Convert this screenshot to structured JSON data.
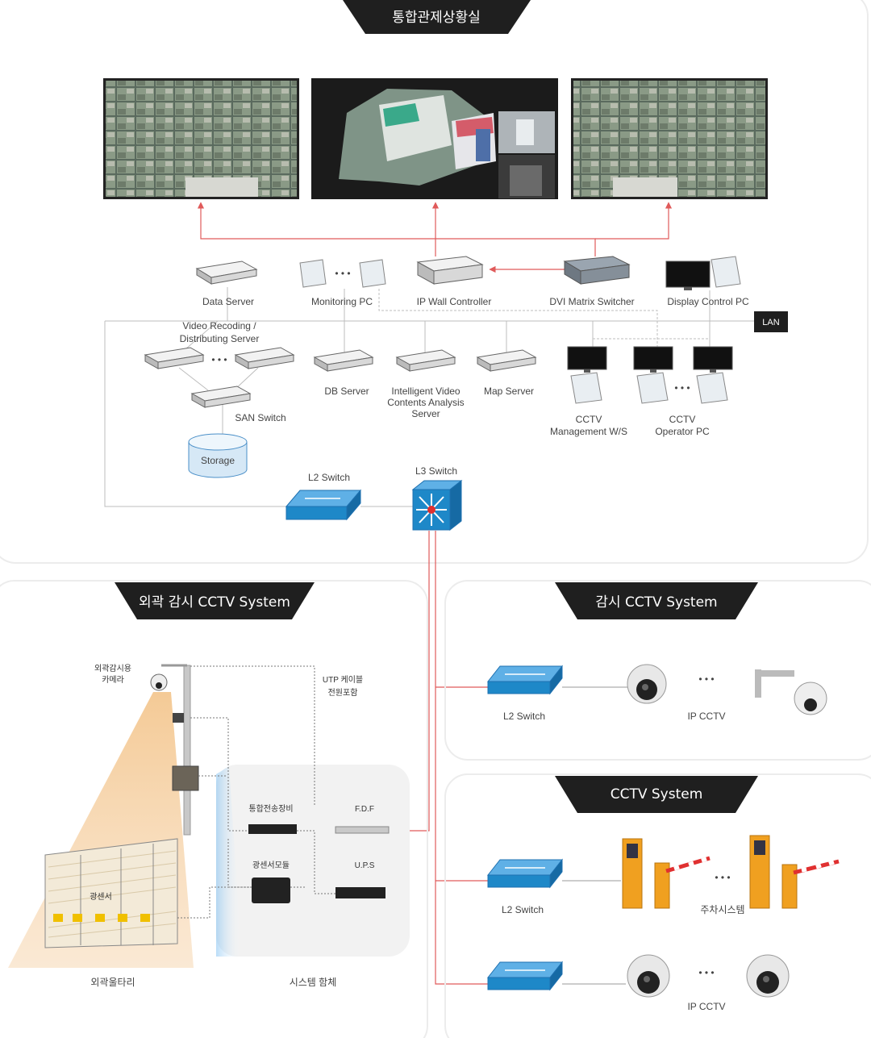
{
  "colors": {
    "banner": "#1f1f1f",
    "link_red": "#e05a5a",
    "switch_blue": "#1e88c8",
    "panel_border": "#e6e6e6",
    "barrier_yellow": "#f0a020"
  },
  "headers": {
    "control_room": "통합관제상황실",
    "perimeter": "외곽 감시 CCTV System",
    "surveillance": "감시 CCTV System",
    "cctv": "CCTV System"
  },
  "control_room": {
    "data_server": "Data Server",
    "monitoring_pc": "Monitoring PC",
    "ip_wall_controller": "IP Wall Controller",
    "dvi_matrix_switcher": "DVI Matrix Switcher",
    "display_control_pc": "Display Control PC",
    "lan": "LAN",
    "video_server_line1": "Video Recoding /",
    "video_server_line2": "Distributing Server",
    "db_server": "DB Server",
    "ivca_line1": "Intelligent Video",
    "ivca_line2": "Contents Analysis",
    "ivca_line3": "Server",
    "map_server": "Map Server",
    "cctv_mgmt_line1": "CCTV",
    "cctv_mgmt_line2": "Management W/S",
    "cctv_op_line1": "CCTV",
    "cctv_op_line2": "Operator PC",
    "san_switch": "SAN Switch",
    "storage": "Storage",
    "l2_switch": "L2 Switch",
    "l3_switch": "L3 Switch"
  },
  "perimeter": {
    "camera_line1": "외곽감시용",
    "camera_line2": "카메라",
    "utp_line1": "UTP 케이블",
    "utp_line2": "전원포함",
    "transmission": "통합전송장비",
    "fdf": "F.D.F",
    "sensor_module": "광센서모듈",
    "ups": "U.P.S",
    "fence_sensor": "광센서",
    "fence": "외곽울타리",
    "enclosure": "시스템 함체"
  },
  "surveillance": {
    "l2_switch": "L2 Switch",
    "ip_cctv": "IP CCTV",
    "dots": "• • •"
  },
  "cctv_system": {
    "l2_switch": "L2 Switch",
    "parking": "주차시스템",
    "ip_cctv": "IP CCTV",
    "dots": "• • •"
  }
}
